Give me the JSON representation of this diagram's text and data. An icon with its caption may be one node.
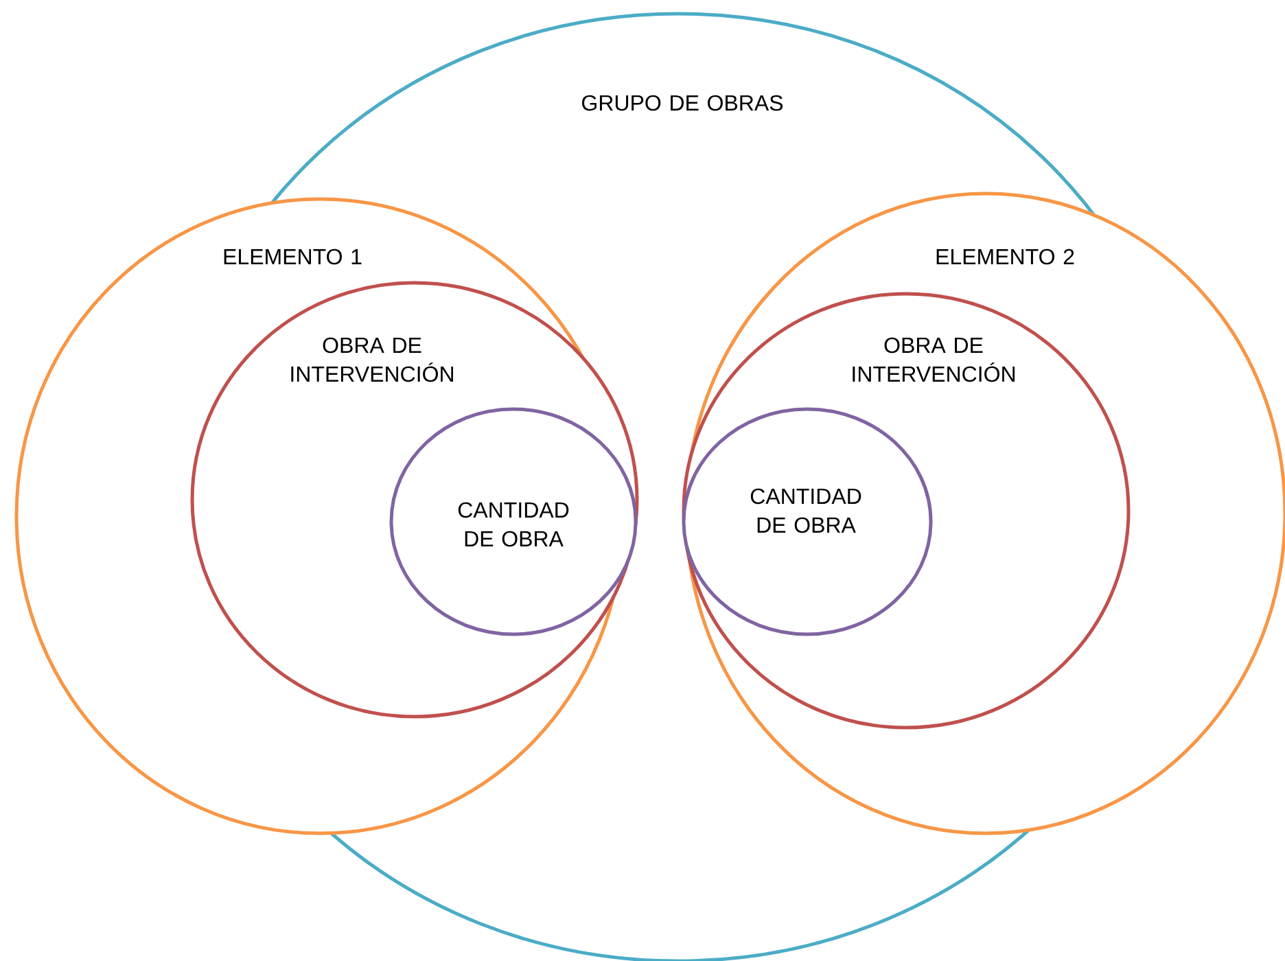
{
  "diagram": {
    "nodes": [
      {
        "text": [
          "GRUPO DE OBRAS"
        ]
      },
      {
        "text": [
          "ELEMENTO 1"
        ]
      },
      {
        "text": [
          "OBRA DE INTERVENCIÓN"
        ]
      },
      {
        "text": [
          "CANTIDAD DE OBRA"
        ],
        "in": 2
      },
      {
        "text": [
          "ELEMENTO 2"
        ]
      },
      {
        "text": [
          "OBRA DE INTERVENCIÓN"
        ],
        "in": 4
      },
      {
        "text": [
          "CANTIDAD DE OBRA"
        ],
        "in": 5
      }
    ]
  }
}
